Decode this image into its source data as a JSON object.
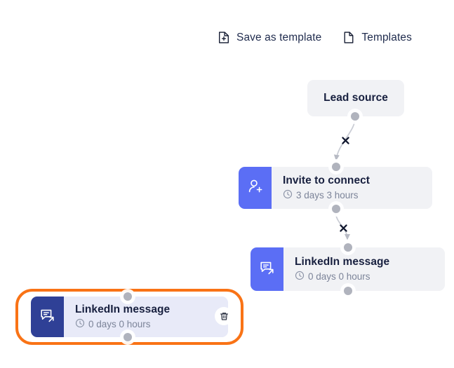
{
  "toolbar": {
    "buttons": [
      {
        "label": "Save as template",
        "icon": "file-plus-icon"
      },
      {
        "label": "Templates",
        "icon": "file-icon"
      }
    ]
  },
  "colors": {
    "accent_blue": "#5b6ef5",
    "selected_blue": "#2f4096",
    "selection_orange": "#f97316",
    "node_bg": "#f1f2f5",
    "selected_node_bg": "#e8eaf8",
    "handle_gray": "#b0b3bd",
    "title_text": "#18203f",
    "sub_text": "#7c8499"
  },
  "flow": {
    "nodes": [
      {
        "id": "lead-source",
        "type": "source",
        "title": "Lead source",
        "selected": false
      },
      {
        "id": "invite-to-connect",
        "type": "step",
        "title": "Invite to connect",
        "delay": "3 days 3 hours",
        "icon": "user-plus-icon",
        "selected": false
      },
      {
        "id": "linkedin-message-1",
        "type": "step",
        "title": "LinkedIn message",
        "delay": "0 days 0 hours",
        "icon": "linkedin-message-icon",
        "selected": false
      },
      {
        "id": "linkedin-message-2",
        "type": "step",
        "title": "LinkedIn message",
        "delay": "0 days 0 hours",
        "icon": "linkedin-message-icon",
        "selected": true,
        "delete_label": "Delete step"
      }
    ],
    "edges": [
      {
        "id": "edge-1",
        "from": "lead-source",
        "to": "invite-to-connect",
        "remove_label": "x"
      },
      {
        "id": "edge-2",
        "from": "invite-to-connect",
        "to": "linkedin-message-1",
        "remove_label": "x"
      }
    ]
  }
}
